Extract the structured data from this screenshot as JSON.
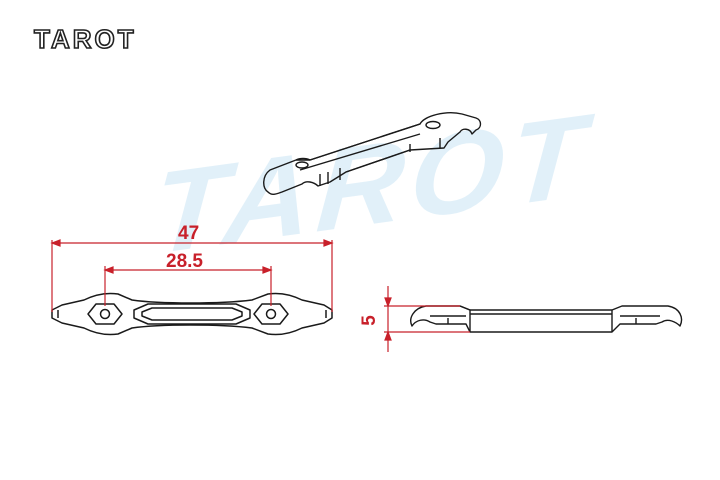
{
  "logo": {
    "text": "TAROT"
  },
  "watermark": {
    "text": "TAROT"
  },
  "dimensions": {
    "overall_length": "47",
    "hole_spacing": "28.5",
    "height": "5"
  },
  "colors": {
    "dimension": "#c8202a",
    "outline": "#1a1a1a",
    "watermark": "#d8ecf7"
  }
}
